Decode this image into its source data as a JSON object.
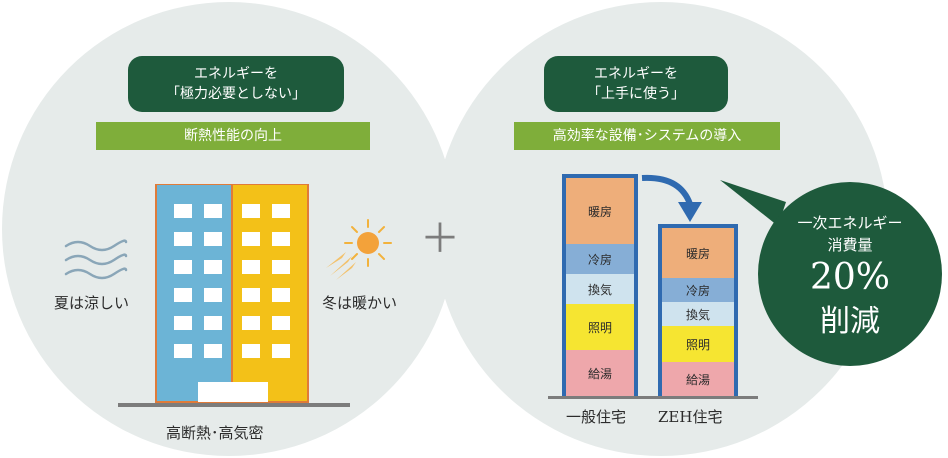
{
  "left": {
    "pill_line1": "エネルギーを",
    "pill_line2": "「極力必要としない」",
    "bar": "断熱性能の向上",
    "summer": "夏は涼しい",
    "winter": "冬は暖かい",
    "building_caption": "高断熱･高気密"
  },
  "plus": "＋",
  "right": {
    "pill_line1": "エネルギーを",
    "pill_line2": "「上手に使う」",
    "bar": "高効率な設備･システムの導入",
    "general_label": "一般住宅",
    "zeh_label": "ZEH住宅",
    "categories": [
      "暖房",
      "冷房",
      "換気",
      "照明",
      "給湯"
    ],
    "callout_line1": "一次エネルギー",
    "callout_line2": "消費量",
    "callout_value": "20%",
    "callout_line3": "削減"
  },
  "colors": {
    "heating": "#eeae7a",
    "cooling": "#86aed6",
    "ventilation": "#cfe3ee",
    "lighting": "#f6e531",
    "hotwater": "#eea7ab",
    "dark_green": "#1e5a3c",
    "light_green": "#7fae3a",
    "building_blue": "#6cb4d6",
    "building_yellow": "#f3c118"
  }
}
